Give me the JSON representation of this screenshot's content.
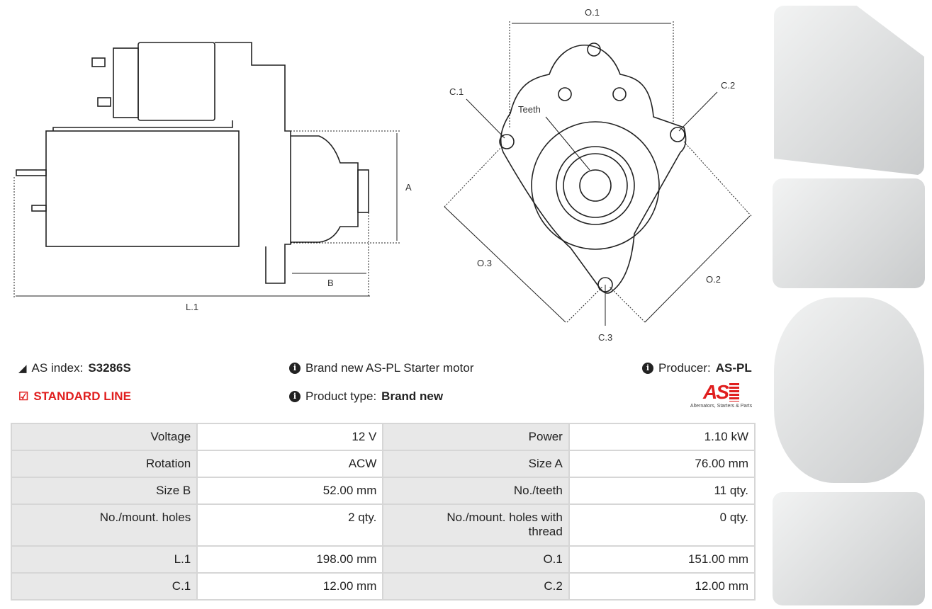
{
  "diagram_side": {
    "A": "A",
    "B": "B",
    "L1": "L.1"
  },
  "diagram_front": {
    "O1": "O.1",
    "C1": "C.1",
    "C2": "C.2",
    "teeth": "Teeth",
    "O3": "O.3",
    "O2": "O.2",
    "C3": "C.3"
  },
  "info": {
    "as_index_label": "AS index:",
    "as_index_value": "S3286S",
    "line": "STANDARD LINE",
    "description": "Brand new AS-PL Starter motor",
    "product_type_label": "Product type:",
    "product_type_value": "Brand new",
    "producer_label": "Producer:",
    "producer_value": "AS-PL",
    "logo_text": "AS",
    "logo_tagline": "Alternators, Starters & Parts"
  },
  "specs": [
    [
      "Voltage",
      "12 V",
      "Power",
      "1.10 kW"
    ],
    [
      "Rotation",
      "ACW",
      "Size A",
      "76.00 mm"
    ],
    [
      "Size B",
      "52.00 mm",
      "No./teeth",
      "11 qty."
    ],
    [
      "No./mount. holes",
      "2 qty.",
      "No./mount. holes with thread",
      "0 qty."
    ],
    [
      "L.1",
      "198.00 mm",
      "O.1",
      "151.00 mm"
    ],
    [
      "C.1",
      "12.00 mm",
      "C.2",
      "12.00 mm"
    ]
  ],
  "colors": {
    "accent": "#e01e1e",
    "key_bg": "#e8e8e8",
    "border": "#d6d6d6"
  }
}
